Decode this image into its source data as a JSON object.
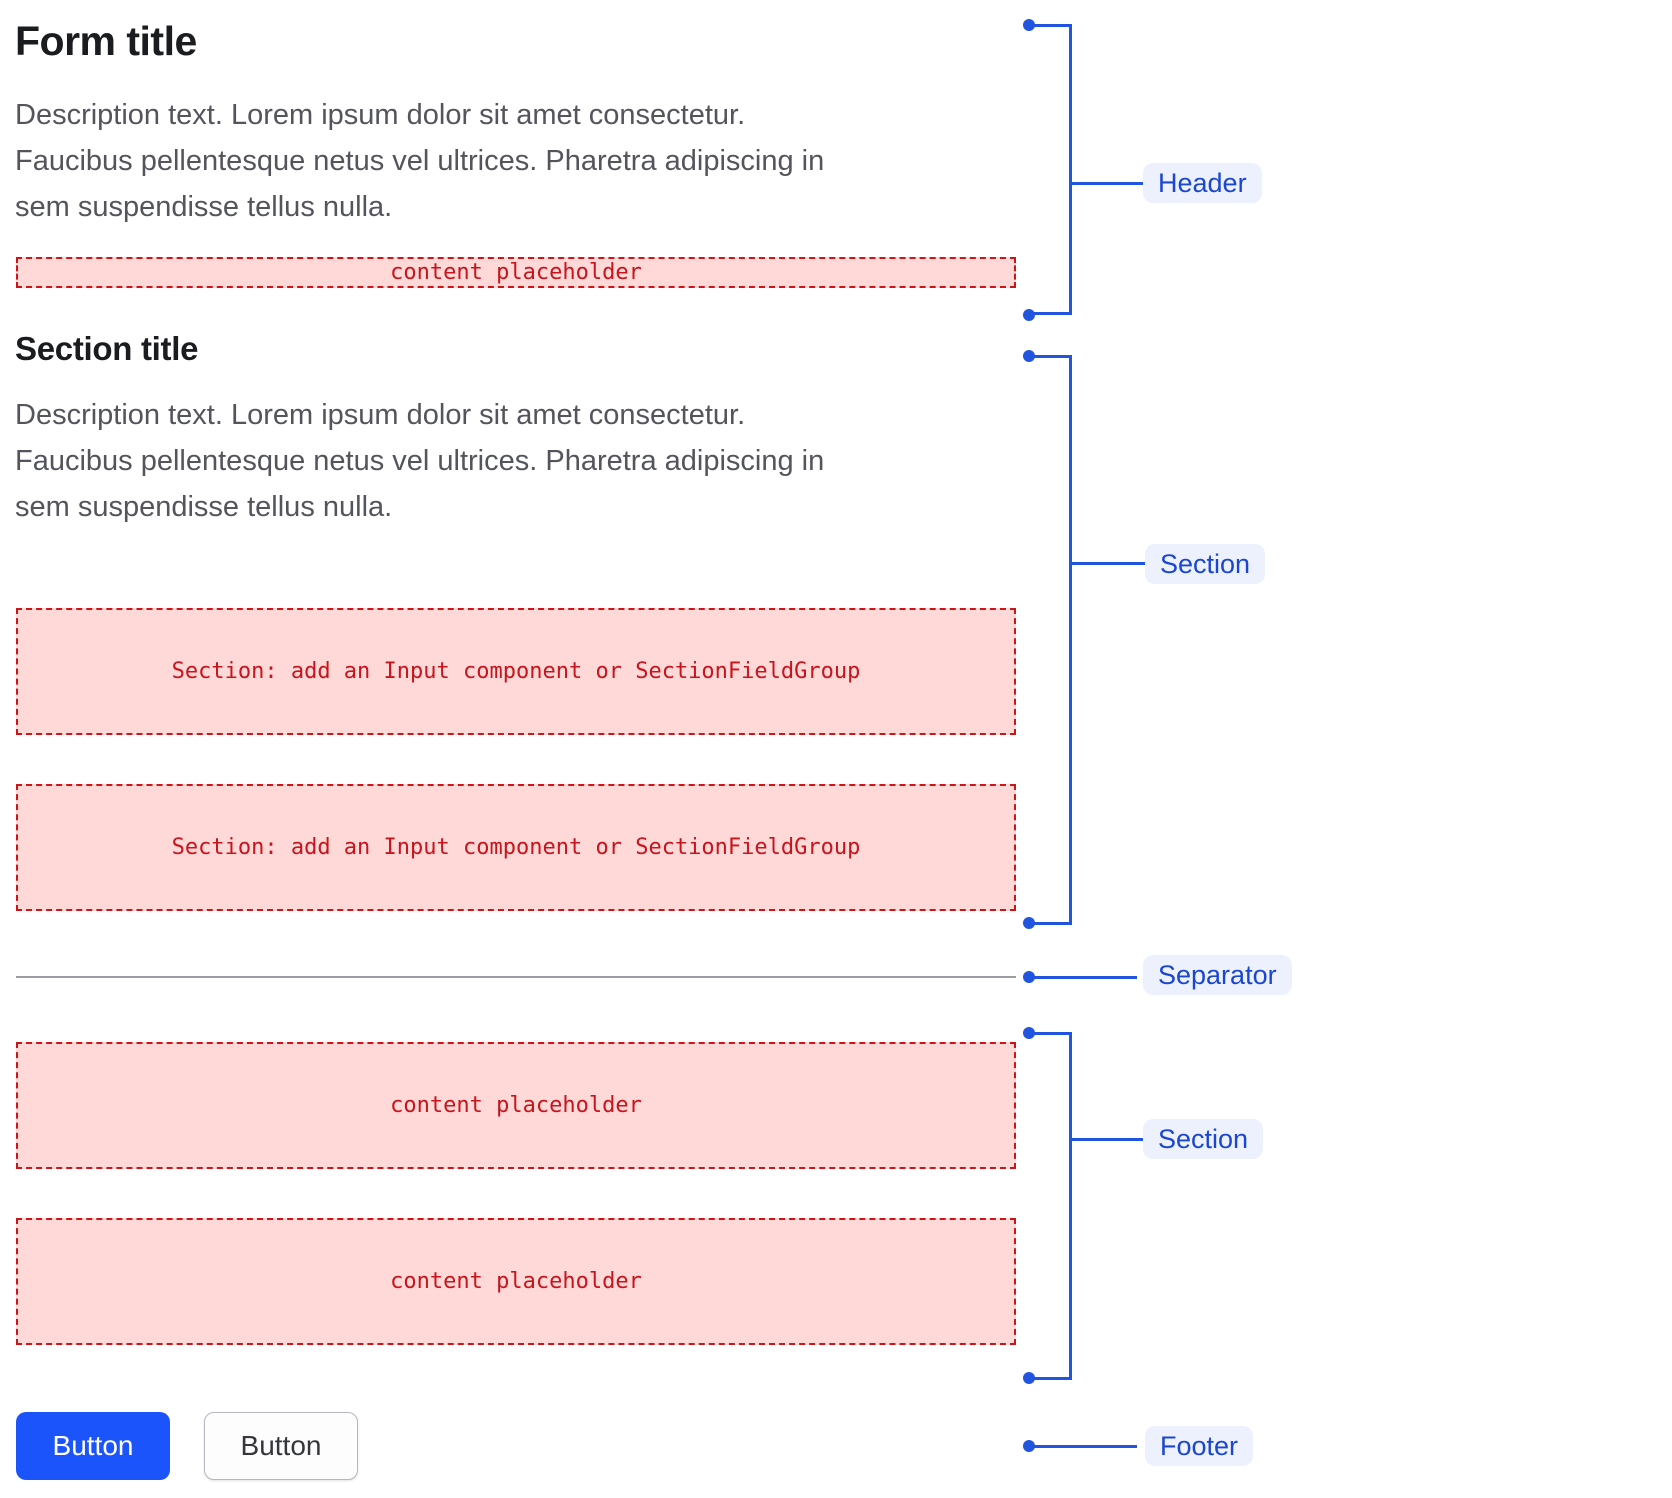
{
  "form": {
    "title": "Form title",
    "description": "Description text. Lorem ipsum dolor sit amet consectetur.\nFaucibus pellentesque netus vel ultrices. Pharetra adipiscing in\nsem suspendisse tellus nulla.",
    "header_placeholder": "content placeholder"
  },
  "section": {
    "title": "Section title",
    "description": "Description text. Lorem ipsum dolor sit amet consectetur.\nFaucibus pellentesque netus vel ultrices. Pharetra adipiscing in\nsem suspendisse tellus nulla.",
    "slots": [
      "Section: add an Input component or SectionFieldGroup",
      "Section: add an Input component or SectionFieldGroup"
    ]
  },
  "section2": {
    "slots": [
      "content placeholder",
      "content placeholder"
    ]
  },
  "footer": {
    "primary_button": "Button",
    "secondary_button": "Button"
  },
  "annotations": {
    "header_label": "Header",
    "section1_label": "Section",
    "separator_label": "Separator",
    "section2_label": "Section",
    "footer_label": "Footer"
  },
  "colors": {
    "annotation_blue": "#2155e0",
    "annotation_label_text": "#1b46cf",
    "annotation_pill_bg": "#ecf1fd",
    "placeholder_bg": "#ffd8d8",
    "placeholder_border": "#cf1418",
    "placeholder_text": "#c8141c",
    "primary_button_bg": "#1c54fb",
    "separator_gray": "#9b9ca3",
    "heading_text": "#1b1c20",
    "description_text": "#54555c"
  }
}
